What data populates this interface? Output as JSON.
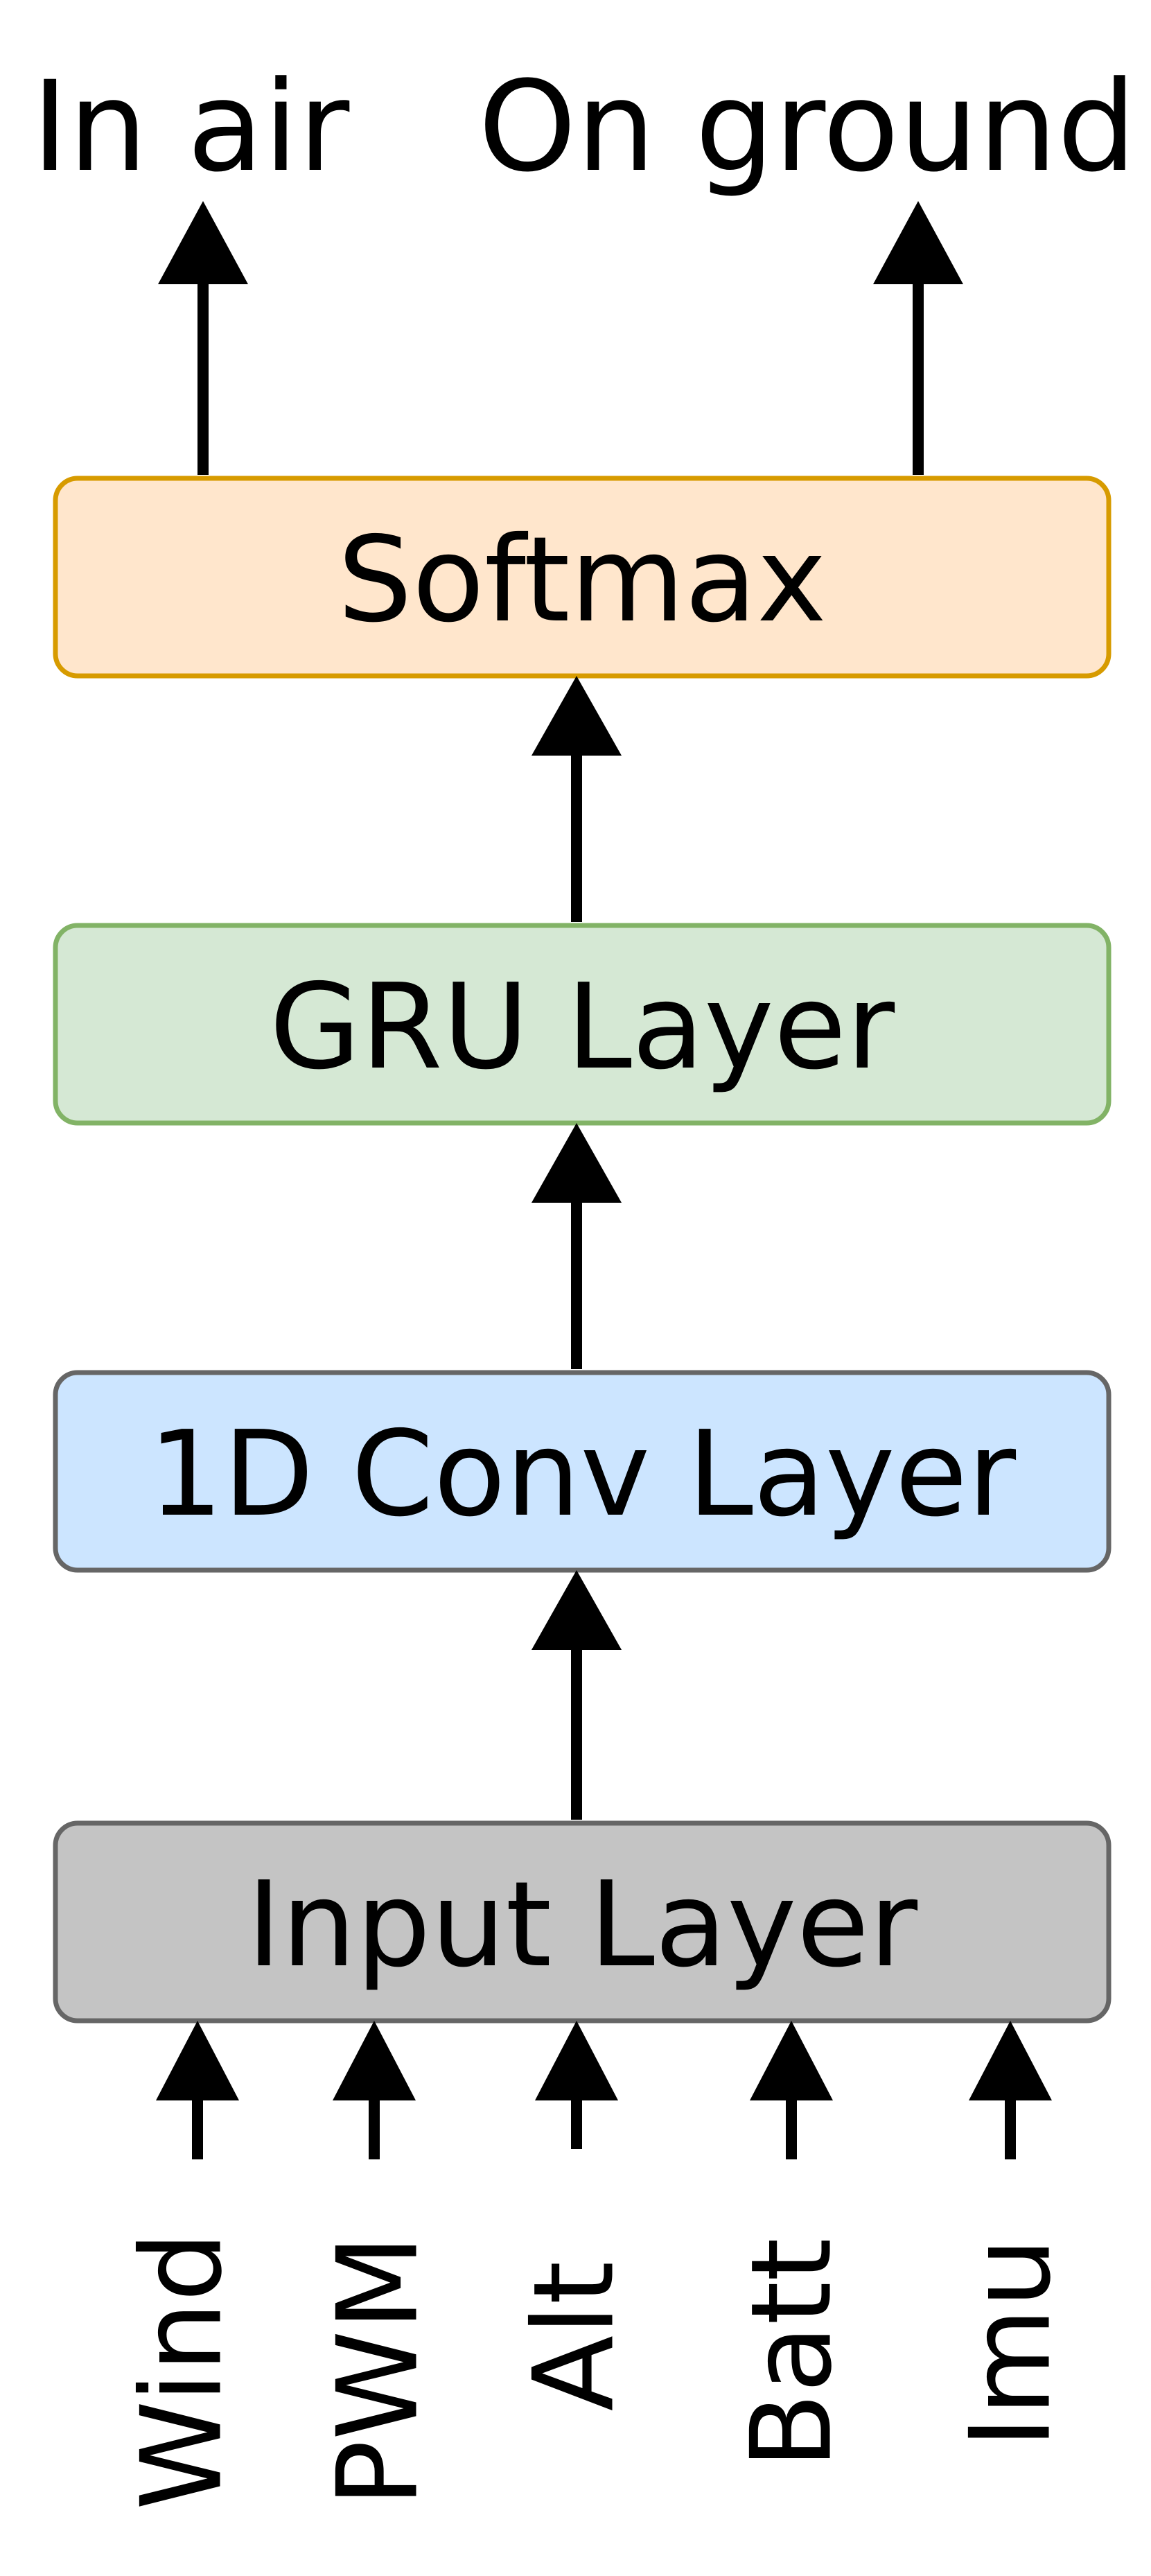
{
  "outputs": {
    "in_air": "In air",
    "on_ground": "On ground"
  },
  "layers": {
    "softmax": {
      "label": "Softmax",
      "fill": "#ffe6cc",
      "stroke": "#d79b00"
    },
    "gru": {
      "label": "GRU Layer",
      "fill": "#d5e8d4",
      "stroke": "#82b366"
    },
    "conv": {
      "label": "1D Conv Layer",
      "fill": "#cce5ff",
      "stroke": "#666666"
    },
    "input": {
      "label": "Input Layer",
      "fill": "#c4c4c4",
      "stroke": "#666666"
    }
  },
  "inputs": [
    {
      "label": "Wind"
    },
    {
      "label": "PWM"
    },
    {
      "label": "Alt"
    },
    {
      "label": "Batt"
    },
    {
      "label": "Imu"
    }
  ]
}
